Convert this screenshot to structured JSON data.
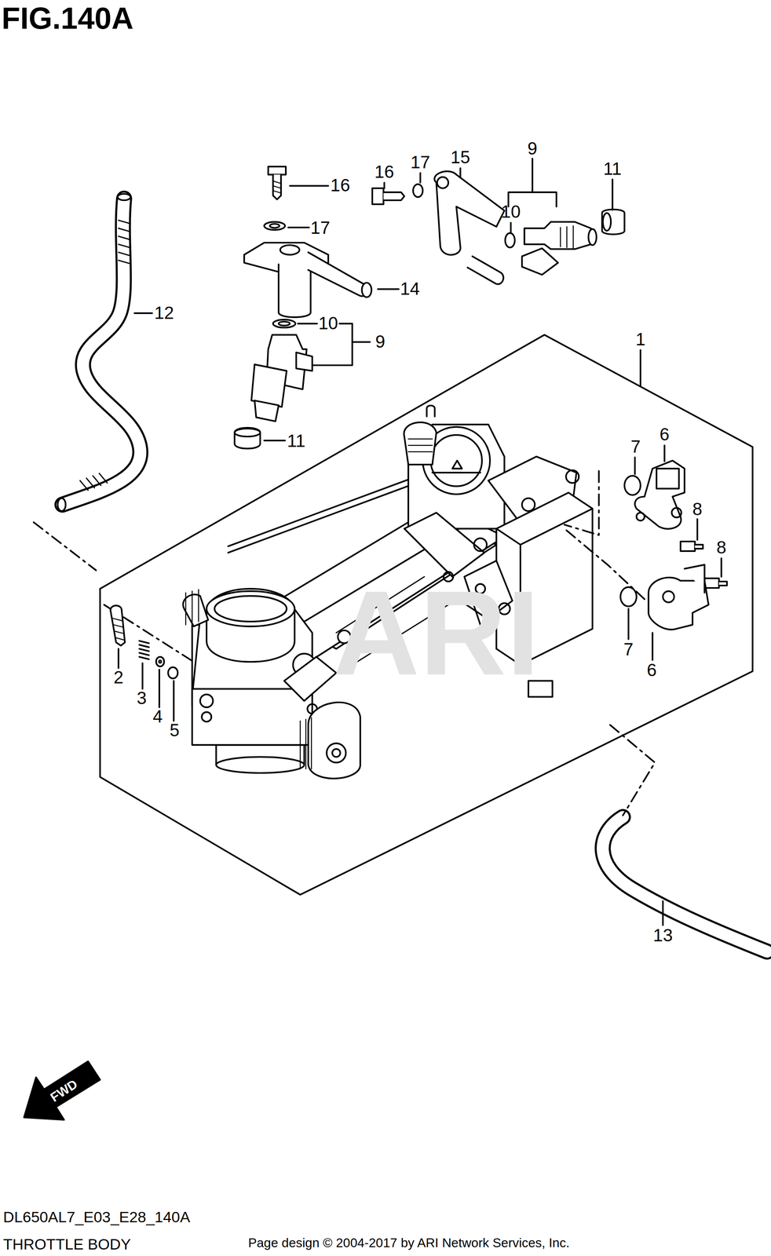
{
  "diagram": {
    "title": "FIG.140A",
    "caption": "THROTTLE BODY",
    "labels": [
      "16",
      "17",
      "15",
      "9",
      "11",
      "10",
      "16",
      "17",
      "14",
      "12",
      "10",
      "9",
      "1",
      "7",
      "6",
      "8",
      "8",
      "11",
      "2",
      "3",
      "4",
      "5",
      "7",
      "6",
      "13",
      "ARI",
      "FWD",
      "DL650AL7_E03_E28_140A",
      "Page design © 2004-2017 by ARI Network Services, Inc."
    ]
  }
}
